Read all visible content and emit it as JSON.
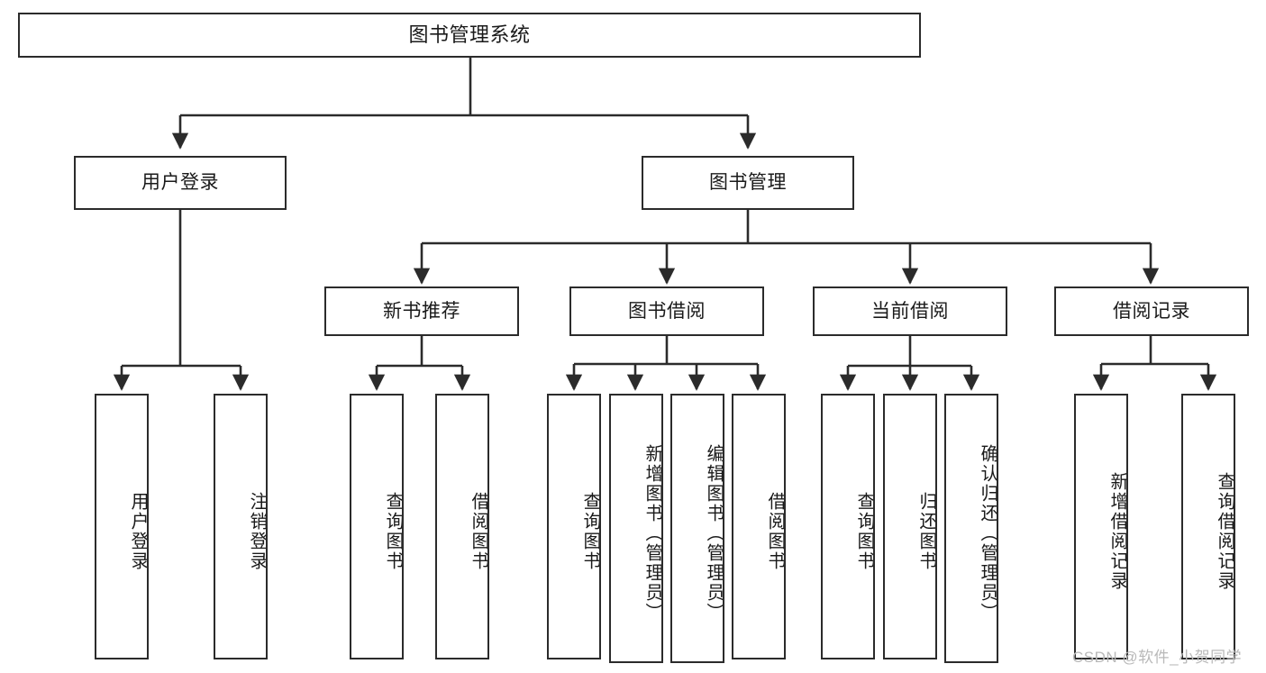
{
  "diagram": {
    "type": "tree-hierarchy-chart",
    "title": "图书管理系统",
    "stroke_color": "#2b2b2b",
    "background_color": "#ffffff",
    "text_color": "#1a1a1a"
  },
  "nodes": {
    "root": {
      "label": "图书管理系统"
    },
    "level2": [
      {
        "id": "user-login",
        "label": "用户登录"
      },
      {
        "id": "book-manage",
        "label": "图书管理"
      }
    ],
    "level3": [
      {
        "id": "new-book-recommend",
        "label": "新书推荐"
      },
      {
        "id": "book-borrow",
        "label": "图书借阅"
      },
      {
        "id": "current-borrow",
        "label": "当前借阅"
      },
      {
        "id": "borrow-record",
        "label": "借阅记录"
      }
    ],
    "leaves": {
      "user_login": [
        {
          "id": "leaf-user-login",
          "label": "用户登录"
        },
        {
          "id": "leaf-logout-login",
          "label": "注销登录"
        }
      ],
      "new_book_recommend": [
        {
          "id": "leaf-query-book-1",
          "label": "查询图书"
        },
        {
          "id": "leaf-borrow-book-1",
          "label": "借阅图书"
        }
      ],
      "book_borrow": [
        {
          "id": "leaf-query-book-2",
          "label": "查询图书"
        },
        {
          "id": "leaf-add-book",
          "label": "新增图书（管理员）"
        },
        {
          "id": "leaf-edit-book",
          "label": "编辑图书（管理员）"
        },
        {
          "id": "leaf-borrow-book-2",
          "label": "借阅图书"
        }
      ],
      "current_borrow": [
        {
          "id": "leaf-query-book-3",
          "label": "查询图书"
        },
        {
          "id": "leaf-return-book",
          "label": "归还图书"
        },
        {
          "id": "leaf-confirm-return",
          "label": "确认归还（管理员）"
        }
      ],
      "borrow_record": [
        {
          "id": "leaf-add-record",
          "label": "新增借阅记录"
        },
        {
          "id": "leaf-query-record",
          "label": "查询借阅记录"
        }
      ]
    }
  },
  "watermark": {
    "text": "CSDN @软件_小贺同学"
  }
}
